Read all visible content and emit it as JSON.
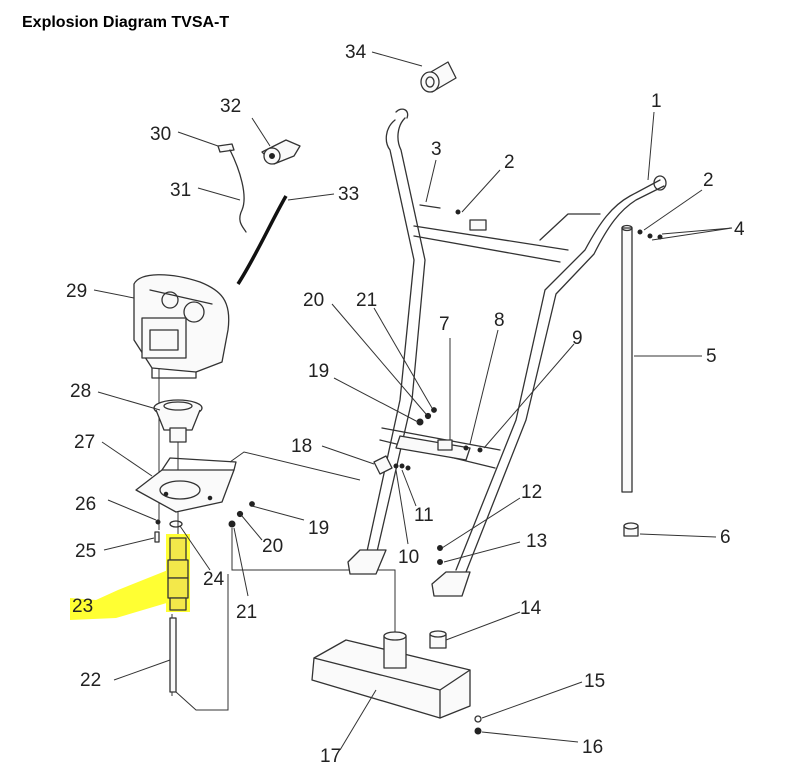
{
  "title": "Explosion Diagram TVSA-T",
  "highlight_color": "#ffff33",
  "labels": {
    "l1": "1",
    "l2a": "2",
    "l2b": "2",
    "l3": "3",
    "l4": "4",
    "l5": "5",
    "l6": "6",
    "l7": "7",
    "l8": "8",
    "l9": "9",
    "l10": "10",
    "l11": "11",
    "l12": "12",
    "l13": "13",
    "l14": "14",
    "l15": "15",
    "l16": "16",
    "l17": "17",
    "l18": "18",
    "l19a": "19",
    "l19b": "19",
    "l20a": "20",
    "l20b": "20",
    "l21a": "21",
    "l21b": "21",
    "l22": "22",
    "l23": "23",
    "l24": "24",
    "l25": "25",
    "l26": "26",
    "l27": "27",
    "l28": "28",
    "l29": "29",
    "l30": "30",
    "l31": "31",
    "l32": "32",
    "l33": "33",
    "l34": "34"
  }
}
